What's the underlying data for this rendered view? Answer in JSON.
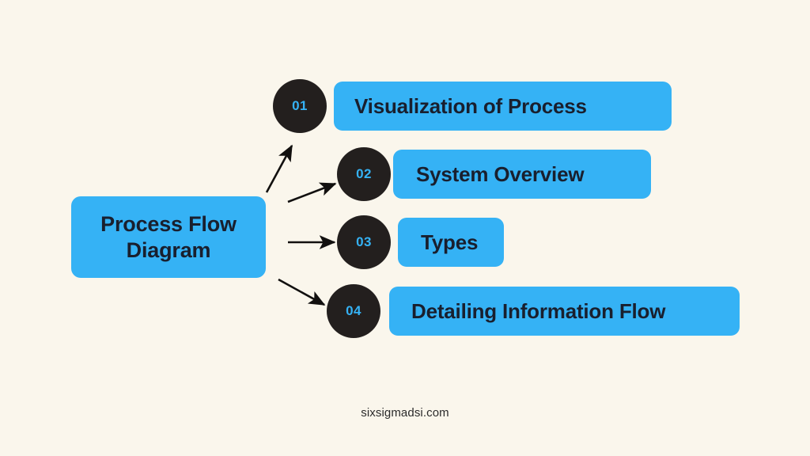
{
  "diagram": {
    "root": {
      "label": "Process Flow\nDiagram"
    },
    "steps": [
      {
        "number": "01",
        "label": "Visualization of Process"
      },
      {
        "number": "02",
        "label": "System Overview"
      },
      {
        "number": "03",
        "label": "Types"
      },
      {
        "number": "04",
        "label": "Detailing Information Flow"
      }
    ],
    "connectors": [
      {
        "name": "arrow-to-step-01"
      },
      {
        "name": "arrow-to-step-02"
      },
      {
        "name": "arrow-to-step-03"
      },
      {
        "name": "arrow-to-step-04"
      }
    ]
  },
  "footer": {
    "credit": "sixsigmadsi.com"
  },
  "colors": {
    "background": "#faf6ec",
    "accent_blue": "#35b2f5",
    "badge_dark": "#231f1e",
    "text_dark": "#191f2e",
    "arrow": "#12100f"
  }
}
